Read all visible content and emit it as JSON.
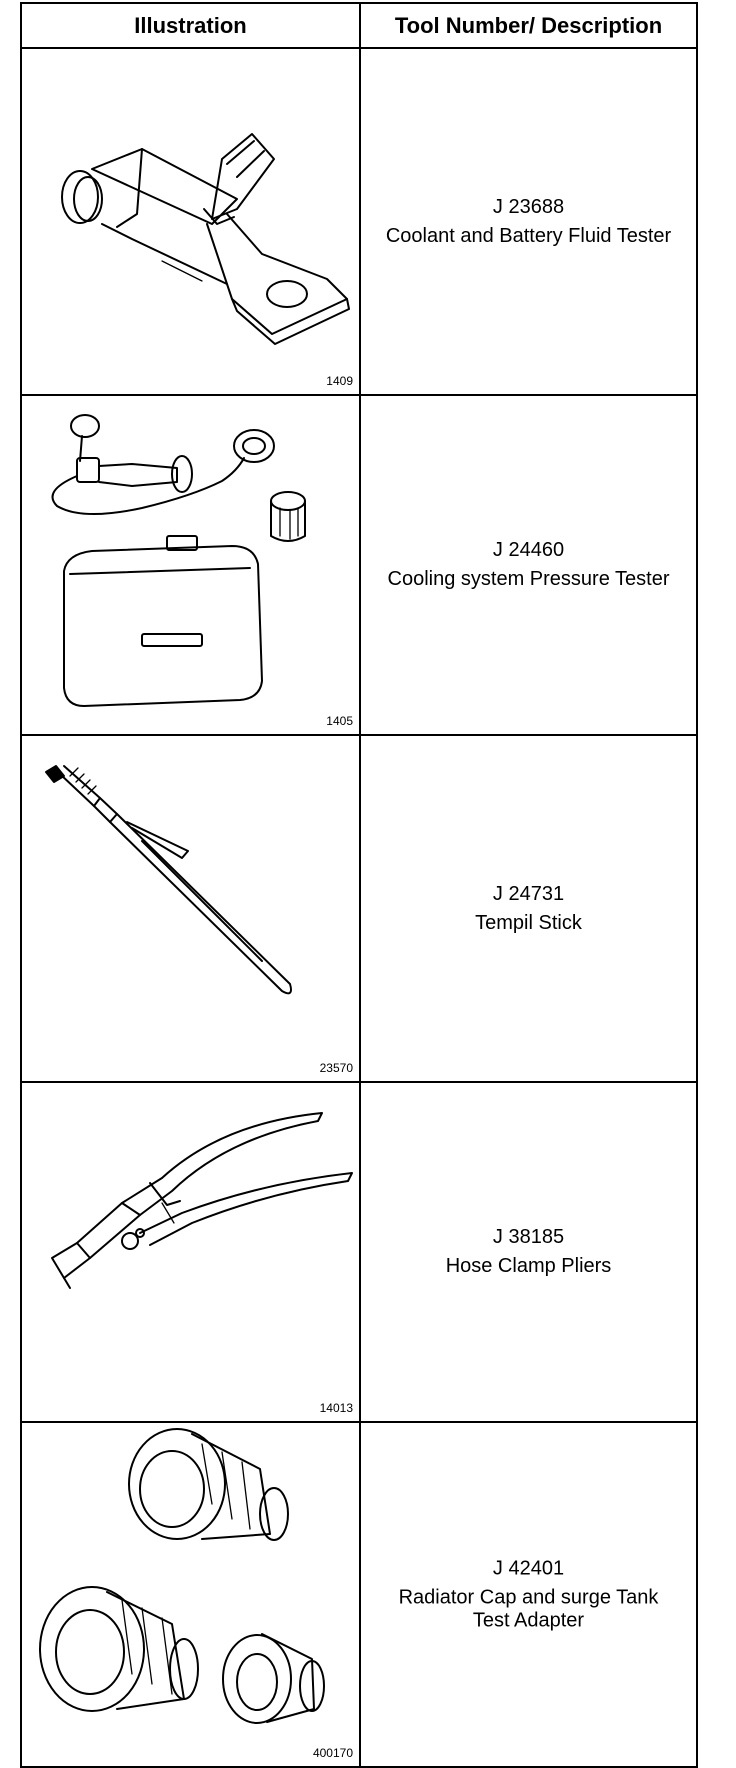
{
  "header": {
    "illustration_label": "Illustration",
    "description_label": "Tool Number/ Description"
  },
  "tools": [
    {
      "figure_number": "1409",
      "tool_number": "J 23688",
      "description": "Coolant and Battery Fluid Tester",
      "icon": "fluid-tester-icon"
    },
    {
      "figure_number": "1405",
      "tool_number": "J 24460",
      "description": "Cooling system Pressure Tester",
      "icon": "pressure-tester-icon"
    },
    {
      "figure_number": "23570",
      "tool_number": "J 24731",
      "description": "Tempil Stick",
      "icon": "tempil-stick-icon"
    },
    {
      "figure_number": "14013",
      "tool_number": "J 38185",
      "description": "Hose Clamp Pliers",
      "icon": "hose-clamp-pliers-icon"
    },
    {
      "figure_number": "400170",
      "tool_number": "J 42401",
      "description": "Radiator Cap and surge Tank Test Adapter",
      "icon": "test-adapter-icon"
    }
  ]
}
